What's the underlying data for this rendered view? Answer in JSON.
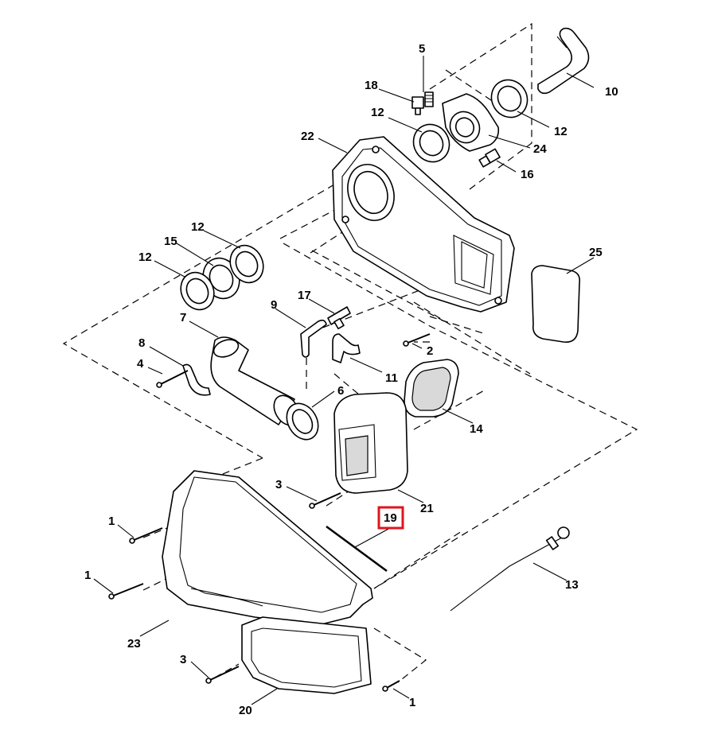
{
  "callouts": {
    "c1a": "1",
    "c1b": "1",
    "c1c": "1",
    "c2": "2",
    "c3a": "3",
    "c3b": "3",
    "c4": "4",
    "c5": "5",
    "c6": "6",
    "c7": "7",
    "c8": "8",
    "c9": "9",
    "c10": "10",
    "c11": "11",
    "c12a": "12",
    "c12b": "12",
    "c12c": "12",
    "c12d": "12",
    "c13": "13",
    "c14": "14",
    "c15": "15",
    "c16": "16",
    "c17": "17",
    "c18": "18",
    "c19": "19",
    "c20": "20",
    "c21": "21",
    "c22": "22",
    "c23": "23",
    "c24": "24",
    "c25": "25"
  },
  "highlight": {
    "part": "19",
    "color": "#e0141e"
  }
}
